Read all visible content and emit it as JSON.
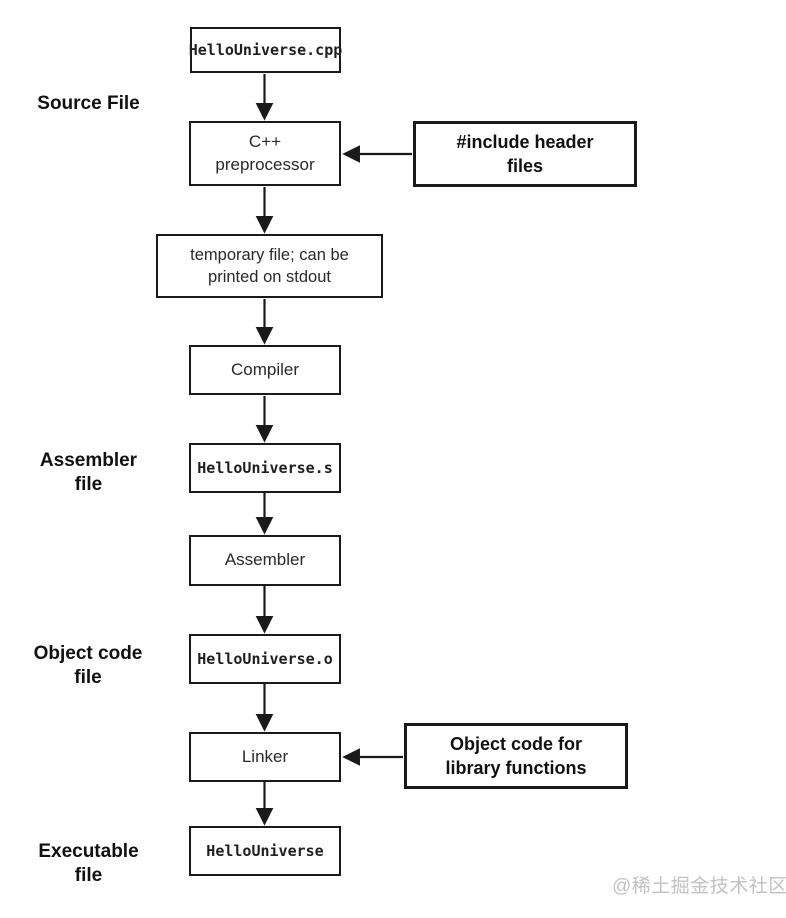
{
  "flowchart": {
    "nodes": {
      "source_file": {
        "text": "HelloUniverse.cpp"
      },
      "preprocessor": {
        "line1": "C++",
        "line2": "preprocessor"
      },
      "include_headers": {
        "line1": "#include header",
        "line2": "files"
      },
      "temp_file": {
        "line1": "temporary file; can be",
        "line2": "printed on stdout"
      },
      "compiler": {
        "text": "Compiler"
      },
      "assembler_file": {
        "text": "HelloUniverse.s"
      },
      "assembler": {
        "text": "Assembler"
      },
      "object_file": {
        "text": "HelloUniverse.o"
      },
      "linker": {
        "text": "Linker"
      },
      "object_code_library": {
        "line1": "Object code for",
        "line2": "library functions"
      },
      "executable_file": {
        "text": "HelloUniverse"
      }
    },
    "side_labels": {
      "source": {
        "line1": "Source File",
        "line2": ""
      },
      "assembler": {
        "line1": "Assembler",
        "line2": "file"
      },
      "object_code": {
        "line1": "Object code",
        "line2": "file"
      },
      "executable": {
        "line1": "Executable",
        "line2": "file"
      }
    },
    "watermark": "@稀土掘金技术社区",
    "colors": {
      "line": "#1a1a1a",
      "box_border": "#1a1a1a",
      "background": "#fefefe",
      "watermark": "#c2c2c2"
    }
  }
}
